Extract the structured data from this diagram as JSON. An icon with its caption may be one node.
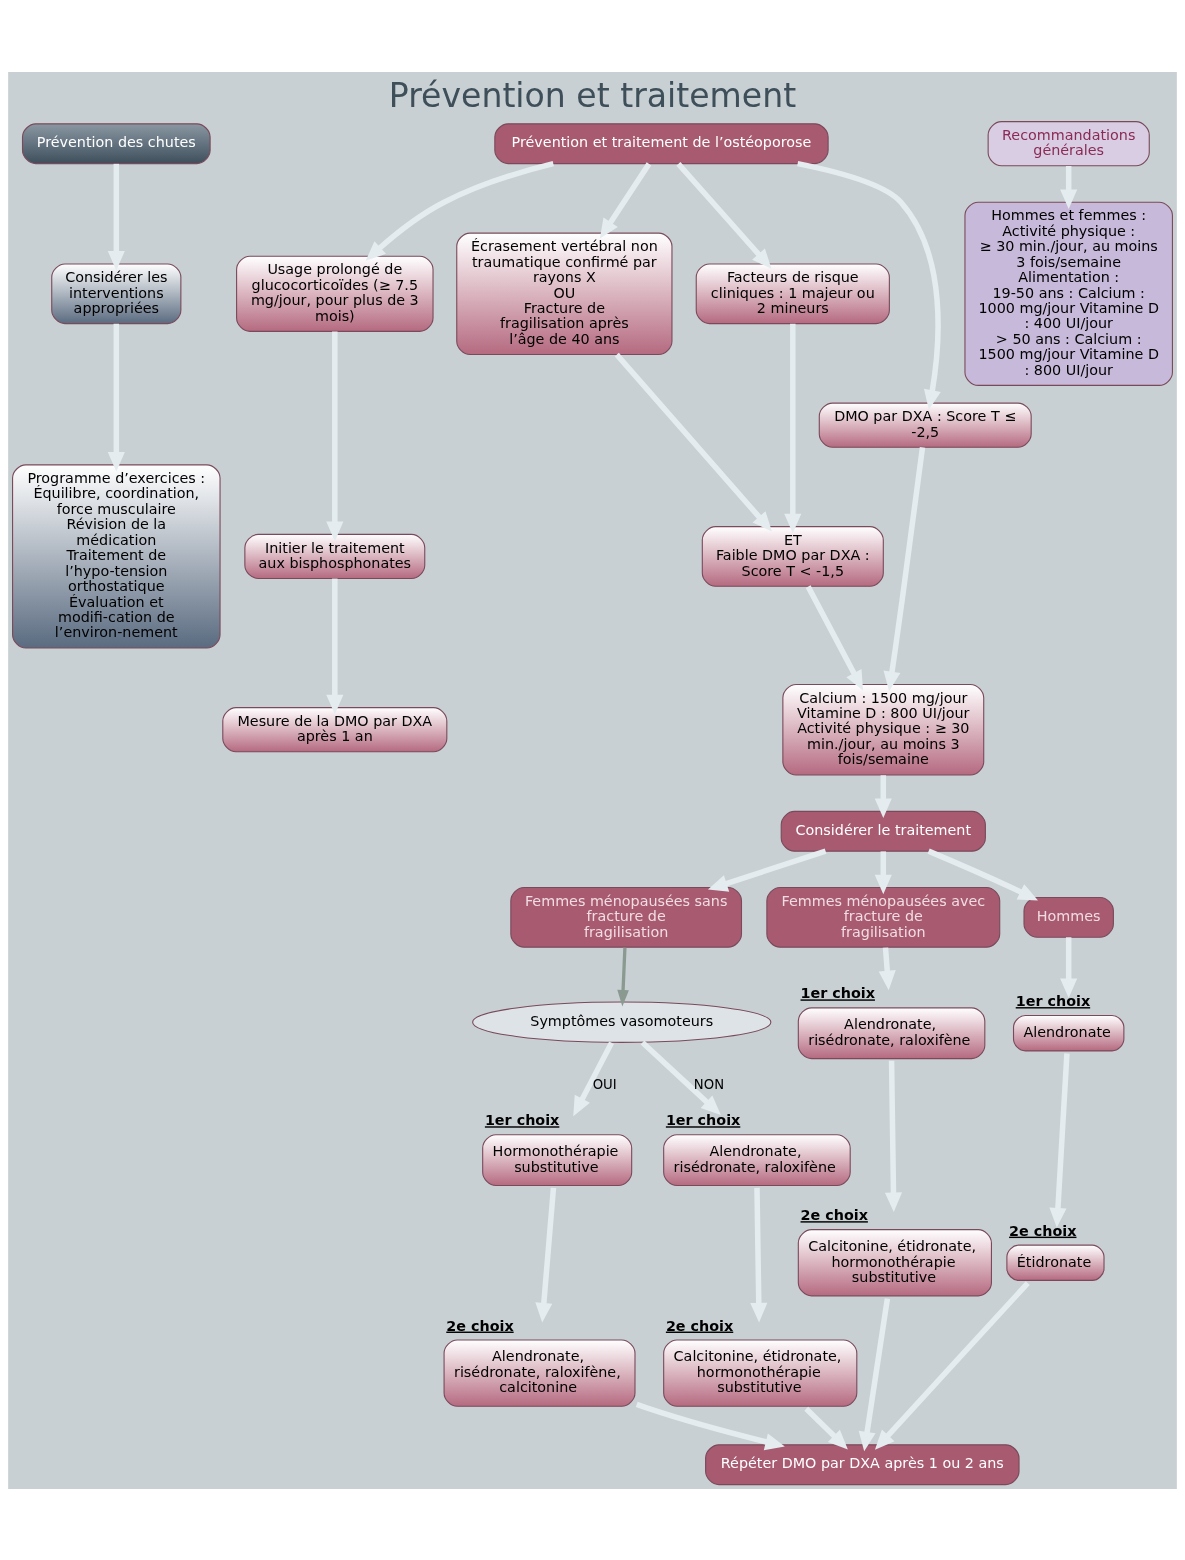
{
  "diagram": {
    "title": "Prévention et traitement",
    "nodes": [
      {
        "text": [
          "Prévention des chutes"
        ]
      },
      {
        "text": [
          "Prévention et traitement de l’ostéoporose"
        ]
      },
      {
        "text": [
          "Recommandations générales"
        ]
      },
      {
        "text": [
          "Considérer les interventions appropriées"
        ]
      },
      {
        "text": [
          "Usage prolongé de glucocorticoïdes (≥ 7.5 mg/jour, pour plus de 3 mois)"
        ]
      },
      {
        "text": [
          "Écrasement vertébral non traumatique confirmé par rayons X",
          "OU",
          "Fracture de fragilisation après l’âge de 40 ans"
        ]
      },
      {
        "text": [
          "Facteurs de risque cliniques : 1 majeur ou 2 mineurs"
        ]
      },
      {
        "text": [
          "DMO par DXA : Score T ≤ -2,5"
        ]
      },
      {
        "text": [
          "Hommes et femmes :",
          "Activité physique :",
          "≥ 30 min./jour, au moins 3 fois/semaine",
          "Alimentation :",
          "19-50 ans : Calcium : 1000 mg/jour Vitamine D : 400 UI/jour",
          "> 50 ans : Calcium : 1500 mg/jour Vitamine D : 800 UI/jour"
        ]
      },
      {
        "text": [
          "Programme d’exercices : Équilibre, coordination, force musculaire",
          "Révision de la médication",
          "Traitement de l’hypo-tension orthostatique",
          "Évaluation et modifi-cation de l’environ-nement"
        ]
      },
      {
        "text": [
          "Initier le traitement aux bisphosphonates"
        ]
      },
      {
        "text": [
          "ET",
          "Faible DMO par DXA : Score T < -1,5"
        ]
      },
      {
        "text": [
          "Mesure de la DMO par DXA après 1 an"
        ]
      },
      {
        "text": [
          "Calcium : 1500 mg/jour Vitamine D : 800 UI/jour Activité physique : ≥ 30 min./jour, au moins 3 fois/semaine"
        ]
      },
      {
        "text": [
          "Considérer le traitement"
        ]
      },
      {
        "text": [
          "Femmes ménopausées sans fracture de fragilisation"
        ]
      },
      {
        "text": [
          "Femmes ménopausées avec fracture de fragilisation"
        ]
      },
      {
        "text": [
          "Hommes"
        ]
      },
      {
        "text": [
          "Symptômes vasomoteurs"
        ]
      },
      {
        "text": [
          "Hormonothérapie substitutive"
        ],
        "beside": [
          "1er choix"
        ]
      },
      {
        "text": [
          "Alendronate, risédronate, raloxifène"
        ],
        "beside": [
          "1er choix"
        ]
      },
      {
        "text": [
          "Alendronate, risédronate, raloxifène"
        ],
        "beside": [
          "1er choix"
        ]
      },
      {
        "text": [
          "Alendronate"
        ],
        "beside": [
          "1er choix"
        ]
      },
      {
        "text": [
          "Alendronate, risédronate, raloxifène, calcitonine"
        ],
        "beside": [
          "2e choix"
        ]
      },
      {
        "text": [
          "Calcitonine, étidronate, hormonothérapie substitutive"
        ],
        "beside": [
          "2e choix"
        ]
      },
      {
        "text": [
          "Calcitonine, étidronate, hormonothérapie substitutive"
        ],
        "beside": [
          "2e choix"
        ]
      },
      {
        "text": [
          "Étidronate"
        ],
        "beside": [
          "2e choix"
        ]
      },
      {
        "text": [
          "Répéter DMO par DXA après 1 ou 2 ans"
        ]
      }
    ],
    "edges": [
      {
        "from": 0,
        "to": 3,
        "arrow": "to"
      },
      {
        "from": 3,
        "to": 9,
        "arrow": "to"
      },
      {
        "from": 1,
        "to": 4,
        "arrow": "to"
      },
      {
        "from": 1,
        "to": 5,
        "arrow": "to"
      },
      {
        "from": 1,
        "to": 6,
        "arrow": "to"
      },
      {
        "from": 1,
        "to": 7,
        "arrow": "to"
      },
      {
        "from": 2,
        "to": 8,
        "arrow": "to"
      },
      {
        "from": 4,
        "to": 10,
        "arrow": "to"
      },
      {
        "from": 10,
        "to": 12,
        "arrow": "to"
      },
      {
        "from": 5,
        "to": 11,
        "arrow": "to"
      },
      {
        "from": 6,
        "to": 11,
        "arrow": "to"
      },
      {
        "from": 11,
        "to": 13,
        "arrow": "to"
      },
      {
        "from": 7,
        "to": 13,
        "arrow": "to"
      },
      {
        "from": 13,
        "to": 14,
        "arrow": "to"
      },
      {
        "from": 14,
        "to": 15,
        "arrow": "to"
      },
      {
        "from": 14,
        "to": 16,
        "arrow": "to"
      },
      {
        "from": 14,
        "to": 17,
        "arrow": "to"
      },
      {
        "from": 15,
        "to": 18,
        "arrow": "to",
        "color": "#8a9a90"
      },
      {
        "from": 18,
        "to": 19,
        "arrow": "to",
        "label": "OUI"
      },
      {
        "from": 18,
        "to": 20,
        "arrow": "to",
        "label": "NON"
      },
      {
        "from": 16,
        "to": 21,
        "arrow": "to"
      },
      {
        "from": 17,
        "to": 22,
        "arrow": "to"
      },
      {
        "from": 19,
        "to": 23,
        "arrow": "to"
      },
      {
        "from": 20,
        "to": 24,
        "arrow": "to"
      },
      {
        "from": 21,
        "to": 25,
        "arrow": "to"
      },
      {
        "from": 22,
        "to": 26,
        "arrow": "to"
      },
      {
        "from": 23,
        "to": 27,
        "arrow": "to"
      },
      {
        "from": 24,
        "to": 27,
        "arrow": "to"
      },
      {
        "from": 25,
        "to": 27,
        "arrow": "to"
      },
      {
        "from": 26,
        "to": 27,
        "arrow": "to"
      }
    ]
  }
}
